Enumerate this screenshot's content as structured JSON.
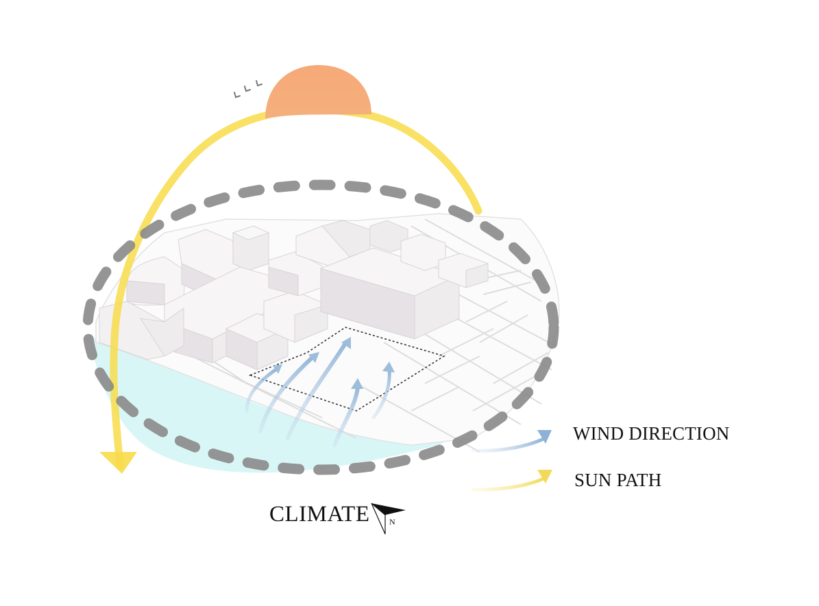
{
  "diagram": {
    "title": "CLIMATE",
    "north_arrow": {
      "icon": "north-arrow-icon",
      "letter": "N"
    },
    "sun": {
      "icon": "sun-icon",
      "color": "#F4B07C"
    },
    "birds": {
      "icon": "birds-icon"
    },
    "legend": [
      {
        "label": "WIND DIRECTION",
        "icon": "wind-arrow-icon",
        "color": "#9DBDD9"
      },
      {
        "label": "SUN PATH",
        "icon": "sun-path-arrow-icon",
        "color": "#F5DE5A"
      }
    ],
    "colors": {
      "sun_path": "#F7DC4A",
      "wind": "#A4C2DE",
      "water": "#D9F6F7",
      "dashed_boundary": "#8A8A8A",
      "building_top": "#F7F5F6",
      "building_side": "#E6E2E5",
      "site_boundary": "#333333"
    }
  }
}
